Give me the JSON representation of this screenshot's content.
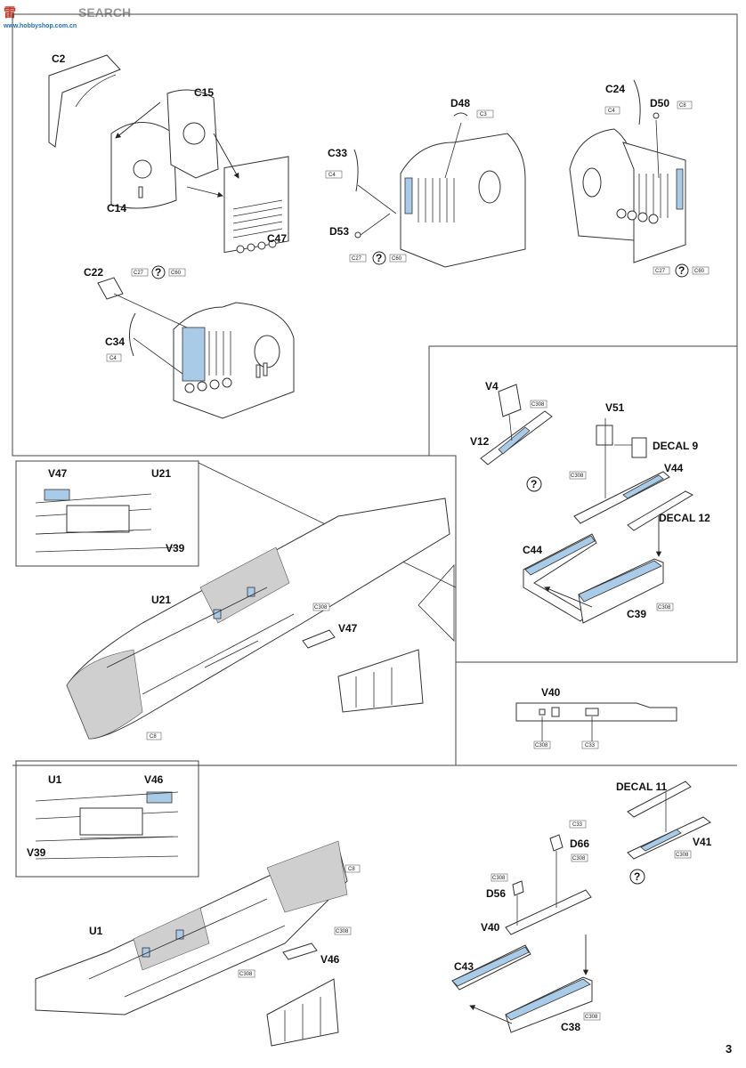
{
  "watermark": {
    "cn": "雷",
    "en": "SEARCH",
    "url": "www.hobbyshop.com.cn"
  },
  "page_number": "3",
  "labels": {
    "c2": "C2",
    "c15": "C15",
    "c14": "C14",
    "c47": "C47",
    "c33": "C33",
    "d48": "D48",
    "d53": "D53",
    "c24": "C24",
    "d50": "D50",
    "c22": "C22",
    "c34": "C34",
    "v4": "V4",
    "v12": "V12",
    "v51": "V51",
    "decal9": "DECAL 9",
    "v44": "V44",
    "decal12": "DECAL 12",
    "c44": "C44",
    "c39": "C39",
    "v47a": "V47",
    "u21a": "U21",
    "v39a": "V39",
    "u21b": "U21",
    "v47b": "V47",
    "v40a": "V40",
    "u1a": "U1",
    "v46a": "V46",
    "v39b": "V39",
    "decal11": "DECAL 11",
    "v41": "V41",
    "d66": "D66",
    "d56": "D56",
    "v40b": "V40",
    "c43": "C43",
    "c38": "C38",
    "u1b": "U1",
    "v46b": "V46"
  },
  "color_boxes": {
    "c3a": "C3",
    "c8a": "C8",
    "c4a": "C4",
    "c4b": "C4",
    "c4c": "C4",
    "c27a": "C27",
    "c60a": "C60",
    "c27b": "C27",
    "c60b": "C60",
    "c27c": "C27",
    "c60c": "C60",
    "c308a": "C308",
    "c308b": "C308",
    "c308c": "C308",
    "c308d": "C308",
    "c8b": "C8",
    "c308e": "C308",
    "c33a": "C33",
    "c33b": "C33",
    "c308f": "C308",
    "c308g": "C308",
    "c308h": "C308",
    "c308i": "C308",
    "c8c": "C8",
    "c308j": "C308",
    "c308k": "C308"
  },
  "question_mark": "?"
}
